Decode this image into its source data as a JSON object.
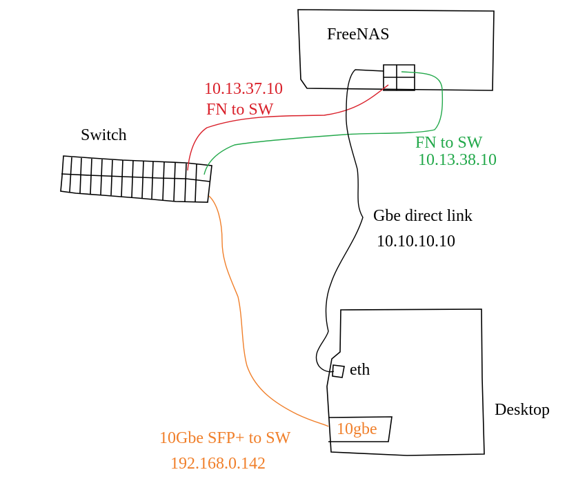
{
  "nodes": {
    "freenas": {
      "label": "FreeNAS"
    },
    "switch": {
      "label": "Switch"
    },
    "desktop": {
      "label": "Desktop"
    },
    "eth": {
      "label": "eth"
    },
    "ten_gbe": {
      "label": "10gbe"
    }
  },
  "links": {
    "red": {
      "line1": "10.13.37.10",
      "line2": "FN to SW",
      "color": "#d9202a"
    },
    "green": {
      "line1": "FN to SW",
      "line2": "10.13.38.10",
      "color": "#22a84a"
    },
    "black": {
      "line1": "Gbe direct link",
      "line2": "10.10.10.10",
      "color": "#000000"
    },
    "orange": {
      "line1": "10Gbe SFP+ to SW",
      "line2": "192.168.0.142",
      "color": "#f07f2a"
    }
  }
}
